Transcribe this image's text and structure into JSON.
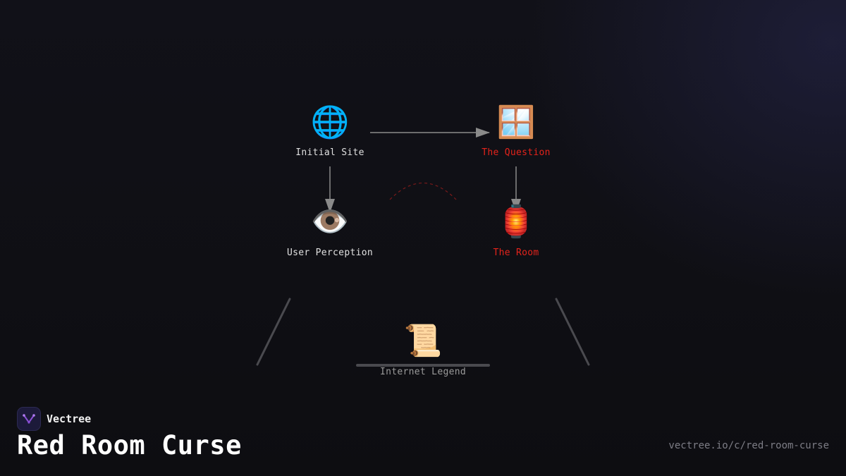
{
  "diagram": {
    "nodes": [
      {
        "id": "initial-site",
        "icon": "globe-icon",
        "glyph": "🌐",
        "label": "Initial Site",
        "color": "#e0e0e0"
      },
      {
        "id": "the-question",
        "icon": "window-icon",
        "glyph": "🪟",
        "label": "The Question",
        "color": "#e5231b"
      },
      {
        "id": "user-perception",
        "icon": "eye-icon",
        "glyph": "👁️",
        "label": "User Perception",
        "color": "#e0e0e0"
      },
      {
        "id": "the-room",
        "icon": "red-lantern-icon",
        "glyph": "🏮",
        "label": "The Room",
        "color": "#e5231b"
      },
      {
        "id": "internet-legend",
        "icon": "scroll-icon",
        "glyph": "📜",
        "label": "Internet Legend",
        "color": "#9a9a9a"
      }
    ],
    "edges": [
      {
        "from": "initial-site",
        "to": "the-question",
        "style": "solid-arrow"
      },
      {
        "from": "initial-site",
        "to": "user-perception",
        "style": "solid-arrow"
      },
      {
        "from": "the-question",
        "to": "the-room",
        "style": "solid-arrow"
      },
      {
        "from": "user-perception",
        "to": "the-room",
        "style": "dashed-arc"
      }
    ],
    "colors": {
      "edge": "#8a8a8a",
      "dashed_arc": "#7a1a1a",
      "accent_red": "#e5231b",
      "structure": "#4a4a4f"
    }
  },
  "brand": {
    "name": "Vectree",
    "logo_icon": "vectree-logo-icon",
    "logo_color": "#8a4fd6"
  },
  "page": {
    "title": "Red Room Curse",
    "url": "vectree.io/c/red-room-curse"
  }
}
